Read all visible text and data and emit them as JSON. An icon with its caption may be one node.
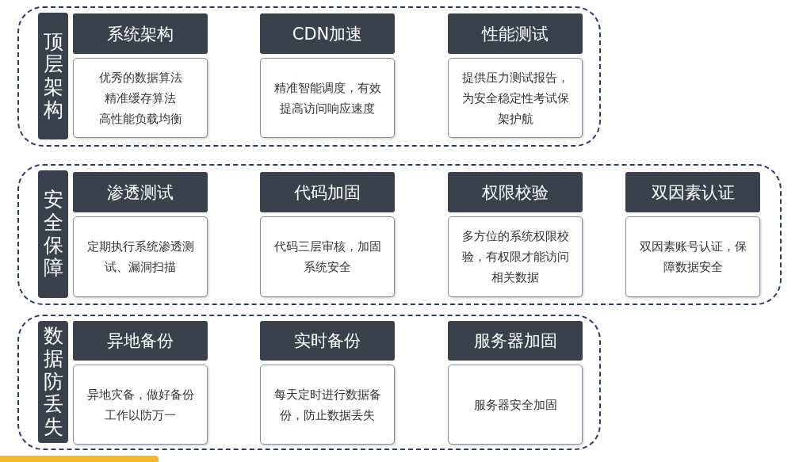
{
  "diagram": {
    "nodes": [
      {
        "text": [],
        "shape": "box"
      },
      {
        "text": [
          "顶层架构"
        ],
        "in": 0
      },
      {
        "text": [
          "系统架构"
        ],
        "in": 0
      },
      {
        "text": [
          "优秀的数据算法",
          "精准缓存算法",
          "高性能负载均衡"
        ],
        "in": 0
      },
      {
        "text": [
          "CDN加速"
        ],
        "in": 0
      },
      {
        "text": [
          "精准智能调度，有效提高访问响应速度"
        ],
        "in": 0
      },
      {
        "text": [
          "性能测试"
        ],
        "in": 0
      },
      {
        "text": [
          "提供压力测试报告，为安全稳定性考试保架护航"
        ],
        "in": 0
      },
      {
        "text": [],
        "shape": "box"
      },
      {
        "text": [
          "安全保障"
        ],
        "in": 8
      },
      {
        "text": [
          "渗透测试"
        ],
        "in": 8
      },
      {
        "text": [
          "定期执行系统渗透测试、漏洞扫描"
        ],
        "in": 8
      },
      {
        "text": [
          "代码加固"
        ],
        "in": 8
      },
      {
        "text": [
          "代码三层审核，加固系统安全"
        ],
        "in": 8
      },
      {
        "text": [
          "权限校验"
        ],
        "in": 8
      },
      {
        "text": [
          "多方位的系统权限校验，有权限才能访问相关数据"
        ],
        "in": 8
      },
      {
        "text": [
          "双因素认证"
        ],
        "in": 8
      },
      {
        "text": [
          "双因素账号认证，保障数据安全"
        ],
        "in": 8
      },
      {
        "text": [],
        "shape": "box"
      },
      {
        "text": [
          "数据防丢失"
        ],
        "in": 18
      },
      {
        "text": [
          "异地备份"
        ],
        "in": 18
      },
      {
        "text": [
          "异地灾备，做好备份工作以防万一"
        ],
        "in": 18
      },
      {
        "text": [
          "实时备份"
        ],
        "in": 18
      },
      {
        "text": [
          "每天定时进行数据备份，防止数据丢失"
        ],
        "in": 18
      },
      {
        "text": [
          "服务器加固"
        ],
        "in": 18
      },
      {
        "text": [
          "服务器安全加固"
        ],
        "in": 18
      }
    ]
  }
}
